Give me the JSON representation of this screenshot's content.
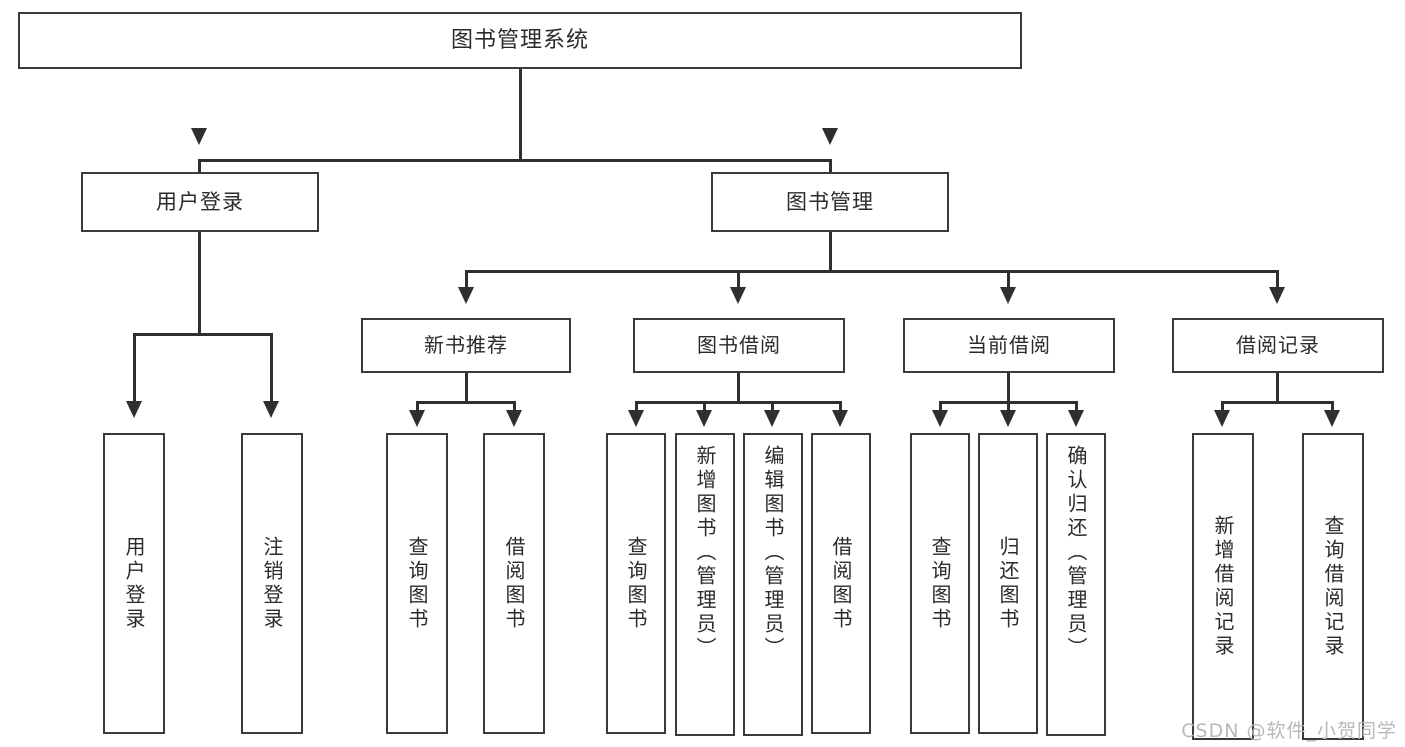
{
  "diagram": {
    "title": "图书管理系统",
    "type": "tree",
    "root": {
      "label": "图书管理系统"
    },
    "level2": [
      {
        "label": "用户登录"
      },
      {
        "label": "图书管理"
      }
    ],
    "level3": [
      {
        "label": "新书推荐"
      },
      {
        "label": "图书借阅"
      },
      {
        "label": "当前借阅"
      },
      {
        "label": "借阅记录"
      }
    ],
    "leaves": {
      "user_login": [
        {
          "label": "用户登录"
        },
        {
          "label": "注销登录"
        }
      ],
      "new_book_recommend": [
        {
          "label": "查询图书"
        },
        {
          "label": "借阅图书"
        }
      ],
      "book_borrow": [
        {
          "label": "查询图书"
        },
        {
          "label": "新增图书（管理员）"
        },
        {
          "label": "编辑图书（管理员）"
        },
        {
          "label": "借阅图书"
        }
      ],
      "current_borrow": [
        {
          "label": "查询图书"
        },
        {
          "label": "归还图书"
        },
        {
          "label": "确认归还（管理员）"
        }
      ],
      "borrow_record": [
        {
          "label": "新增借阅记录"
        },
        {
          "label": "查询借阅记录"
        }
      ]
    }
  },
  "watermark": {
    "text": "CSDN @软件_小贺同学"
  },
  "colors": {
    "box_border": "#3a3a3a",
    "line": "#2f2f2f",
    "text": "#2b2b2b",
    "background": "#ffffff",
    "watermark": "#b9b9b9"
  }
}
